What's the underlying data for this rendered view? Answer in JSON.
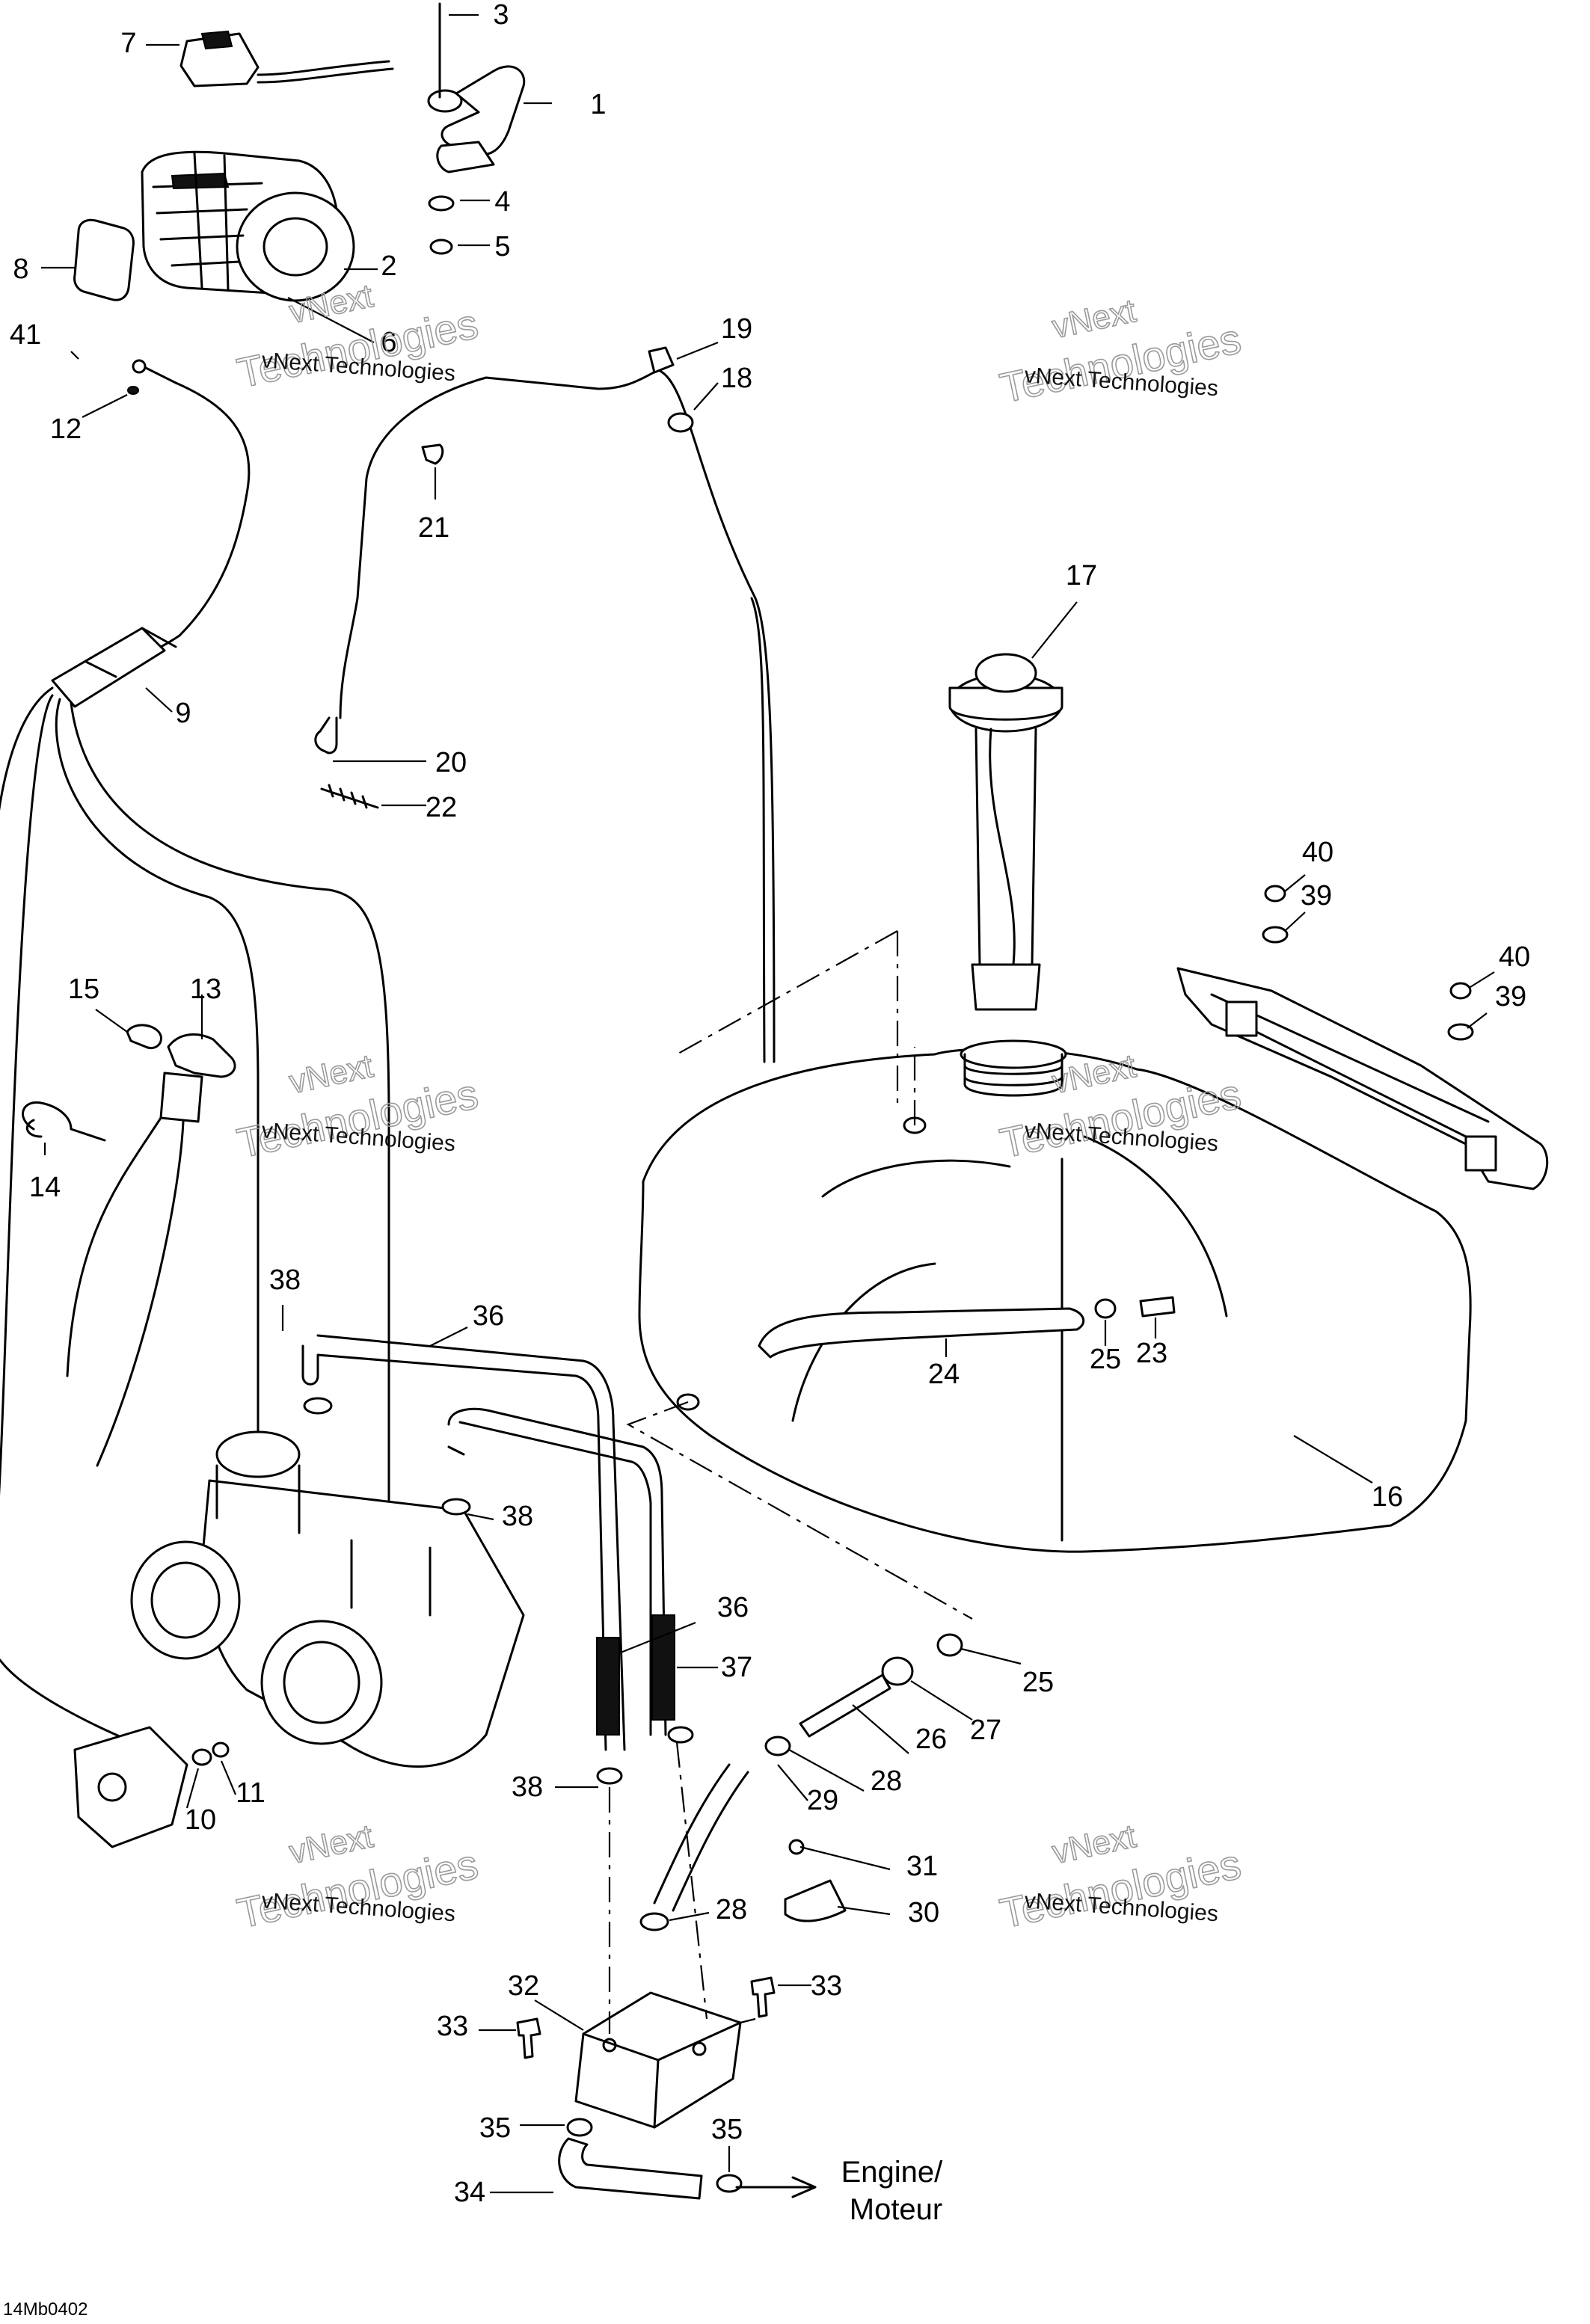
{
  "diagram": {
    "reference_code": "14Mb0402",
    "destination": {
      "line1": "Engine/",
      "line2": "Moteur"
    },
    "watermark": {
      "line1": "vNext",
      "line2": "Technologies",
      "line3": "vNext Technologies"
    },
    "callouts": [
      {
        "id": "c1",
        "text": "1"
      },
      {
        "id": "c2",
        "text": "2"
      },
      {
        "id": "c3",
        "text": "3"
      },
      {
        "id": "c4",
        "text": "4"
      },
      {
        "id": "c5",
        "text": "5"
      },
      {
        "id": "c6",
        "text": "6"
      },
      {
        "id": "c7",
        "text": "7"
      },
      {
        "id": "c8",
        "text": "8"
      },
      {
        "id": "c9",
        "text": "9"
      },
      {
        "id": "c10",
        "text": "10"
      },
      {
        "id": "c11",
        "text": "11"
      },
      {
        "id": "c12",
        "text": "12"
      },
      {
        "id": "c13",
        "text": "13"
      },
      {
        "id": "c14",
        "text": "14"
      },
      {
        "id": "c15",
        "text": "15"
      },
      {
        "id": "c16",
        "text": "16"
      },
      {
        "id": "c17",
        "text": "17"
      },
      {
        "id": "c18",
        "text": "18"
      },
      {
        "id": "c19",
        "text": "19"
      },
      {
        "id": "c20",
        "text": "20"
      },
      {
        "id": "c21",
        "text": "21"
      },
      {
        "id": "c22",
        "text": "22"
      },
      {
        "id": "c23",
        "text": "23"
      },
      {
        "id": "c24",
        "text": "24"
      },
      {
        "id": "c25a",
        "text": "25"
      },
      {
        "id": "c25b",
        "text": "25"
      },
      {
        "id": "c26",
        "text": "26"
      },
      {
        "id": "c27",
        "text": "27"
      },
      {
        "id": "c28a",
        "text": "28"
      },
      {
        "id": "c28b",
        "text": "28"
      },
      {
        "id": "c29",
        "text": "29"
      },
      {
        "id": "c30",
        "text": "30"
      },
      {
        "id": "c31",
        "text": "31"
      },
      {
        "id": "c32",
        "text": "32"
      },
      {
        "id": "c33a",
        "text": "33"
      },
      {
        "id": "c33b",
        "text": "33"
      },
      {
        "id": "c34",
        "text": "34"
      },
      {
        "id": "c35a",
        "text": "35"
      },
      {
        "id": "c35b",
        "text": "35"
      },
      {
        "id": "c36a",
        "text": "36"
      },
      {
        "id": "c36b",
        "text": "36"
      },
      {
        "id": "c37",
        "text": "37"
      },
      {
        "id": "c38a",
        "text": "38"
      },
      {
        "id": "c38b",
        "text": "38"
      },
      {
        "id": "c38c",
        "text": "38"
      },
      {
        "id": "c39a",
        "text": "39"
      },
      {
        "id": "c39b",
        "text": "39"
      },
      {
        "id": "c40a",
        "text": "40"
      },
      {
        "id": "c40b",
        "text": "40"
      },
      {
        "id": "c41",
        "text": "41"
      }
    ]
  }
}
